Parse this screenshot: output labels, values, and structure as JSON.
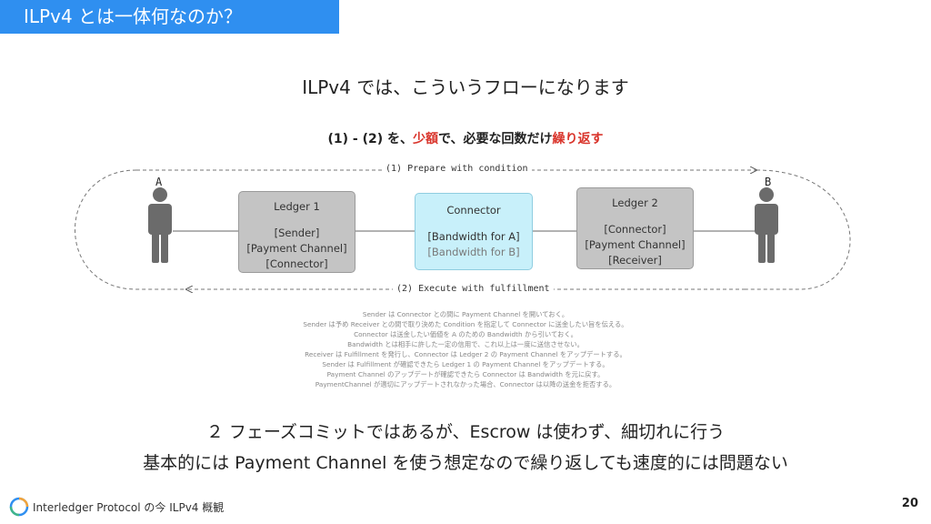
{
  "slide": {
    "title": "ILPv4 とは一体何なのか？",
    "headline": "ILPv4 では、こういうフローになります",
    "subhead_prefix": "(1) - (2) を、",
    "subhead_red1": "少額",
    "subhead_mid": "で、必要な回数だけ",
    "subhead_red2": "繰り返す",
    "page_number": "20"
  },
  "diagram": {
    "node_a": "A",
    "node_b": "B",
    "flow_top": "(1) Prepare with condition",
    "flow_bottom": "(2) Execute with fulfillment",
    "ledger1": {
      "title": "Ledger 1",
      "lines": [
        "[Sender]",
        "[Payment Channel]",
        "[Connector]"
      ]
    },
    "connector": {
      "title": "Connector",
      "line1": "[Bandwidth for A]",
      "line2": "[Bandwidth for B]"
    },
    "ledger2": {
      "title": "Ledger 2",
      "lines": [
        "[Connector]",
        "[Payment Channel]",
        "[Receiver]"
      ]
    },
    "colors": {
      "ledger_fill": "#c4c4c4",
      "connector_fill": "#c8f0fa",
      "person": "#6b6b6b"
    },
    "icons": {
      "person": "person-icon"
    }
  },
  "notes": [
    "Sender は Connector との間に Payment Channel を開いておく。",
    "Sender は予め Receiver との間で取り決めた Condition を指定して Connector に送金したい旨を伝える。",
    "Connector は送金したい価値を A のための Bandwidth から引いておく。",
    "Bandwidth とは相手に許した一定の信用で、これ以上は一度に送信させない。",
    "Receiver は Fulfillment を発行し、Connector は Ledger 2 の Payment Channel をアップデートする。",
    "Sender は Fulfillment が確認できたら Ledger 1 の Payment Channel をアップデートする。",
    "Payment Channel のアップデートが確認できたら Connector は Bandwidth を元に戻す。",
    "PaymentChannel が適切にアップデートされなかった場合、Connector は以降の送金を拒否する。"
  ],
  "conclusion": {
    "line1": "２ フェーズコミットではあるが、Escrow は使わず、細切れに行う",
    "line2": "基本的には Payment Channel を使う想定なので繰り返しても速度的には問題ない"
  },
  "footer": {
    "text": "Interledger Protocol の今 ILPv4 概観",
    "logo": "interledger-logo-icon"
  }
}
